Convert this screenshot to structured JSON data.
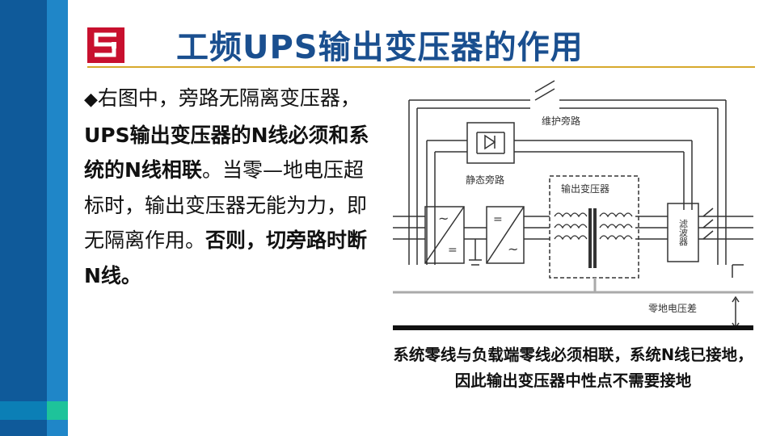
{
  "slide": {
    "title": "工频UPS输出变压器的作用",
    "logo": {
      "icon": "company-logo-icon",
      "color": "#c8102e"
    },
    "body": {
      "seg1": "右图中，旁路无隔离变压器，",
      "seg2": "UPS输出变压器的N线必须和系统的N线相联",
      "seg3": "。当零—地电压超标时，输出变压器无能为力，即无隔离作用。",
      "seg4": "否则，切旁路时断N线。"
    },
    "diagram": {
      "maintenance_bypass": "维护旁路",
      "static_bypass": "静态旁路",
      "output_transformer": "输出变压器",
      "filter": "滤波器",
      "ng_voltage": "零地电压差"
    },
    "caption": "系统零线与负载端零线必须相联，系统N线已接地，因此输出变压器中性点不需要接地"
  },
  "colors": {
    "title": "#1a4f8f",
    "accent_bar": "#0f5a9a",
    "rule": "#d7a92c"
  }
}
